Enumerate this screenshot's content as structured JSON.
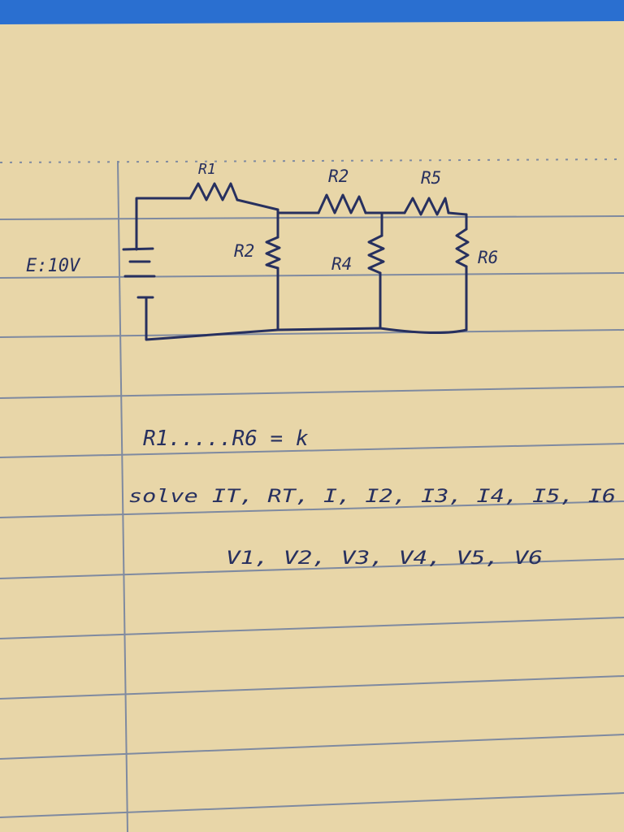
{
  "paper": {
    "color": "#e8d6a8",
    "ruling_color": "#7f8aa0",
    "background_color": "#2a6fd0"
  },
  "ink": {
    "color": "#27305f"
  },
  "circuit": {
    "labels": {
      "source": "E:10V",
      "r1": "R1",
      "r2_top": "R2",
      "r5": "R5",
      "r2_shunt": "R2",
      "r4": "R4",
      "r6": "R6"
    }
  },
  "notes": {
    "line1": "R1.....R6 = k",
    "line2": "solve IT, RT, I, I2, I3, I4, I5, I6",
    "line3": "V1, V2, V3, V4, V5, V6"
  }
}
